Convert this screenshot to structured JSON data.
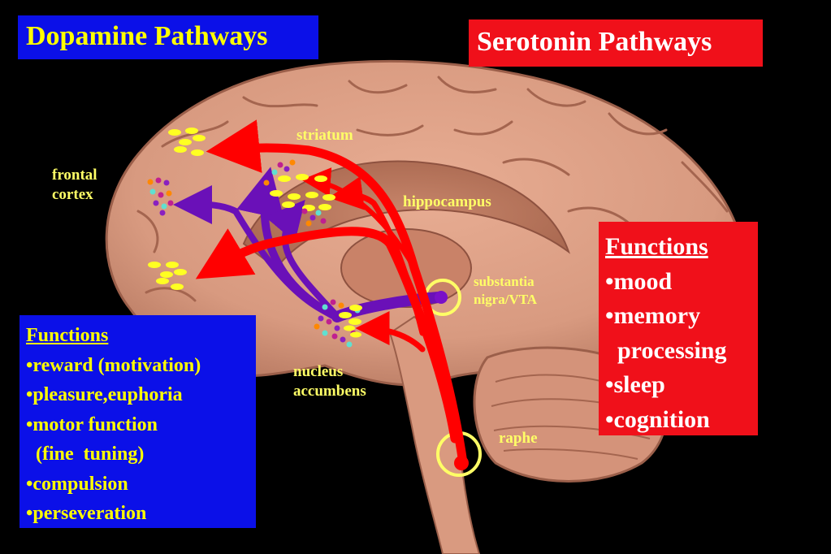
{
  "dopamine": {
    "title": "Dopamine Pathways",
    "functions_header": "Functions",
    "functions": [
      "•reward (motivation)",
      "•pleasure,euphoria",
      "•motor function",
      "  (fine  tuning)",
      "•compulsion",
      "•perseveration"
    ]
  },
  "serotonin": {
    "title": "Serotonin Pathways",
    "functions_header": "Functions",
    "functions": [
      "•mood",
      "•memory",
      "  processing",
      "•sleep",
      "•cognition"
    ]
  },
  "labels": {
    "striatum": "striatum",
    "frontal_cortex": "frontal\ncortex",
    "hippocampus": "hippocampus",
    "substantia_nigra": "substantia\nnigra/VTA",
    "nucleus_accumbens": "nucleus\naccumbens",
    "raphe": "raphe"
  },
  "colors": {
    "background": "#000000",
    "dopamine_box": "#0b10e8",
    "dopamine_text": "#ffff00",
    "serotonin_box": "#f0101a",
    "serotonin_text": "#ffffff",
    "serotonin_pathway": "#ff0000",
    "dopamine_pathway": "#6a10b8",
    "brain": "#d99a80",
    "label_text": "#ffff66"
  }
}
